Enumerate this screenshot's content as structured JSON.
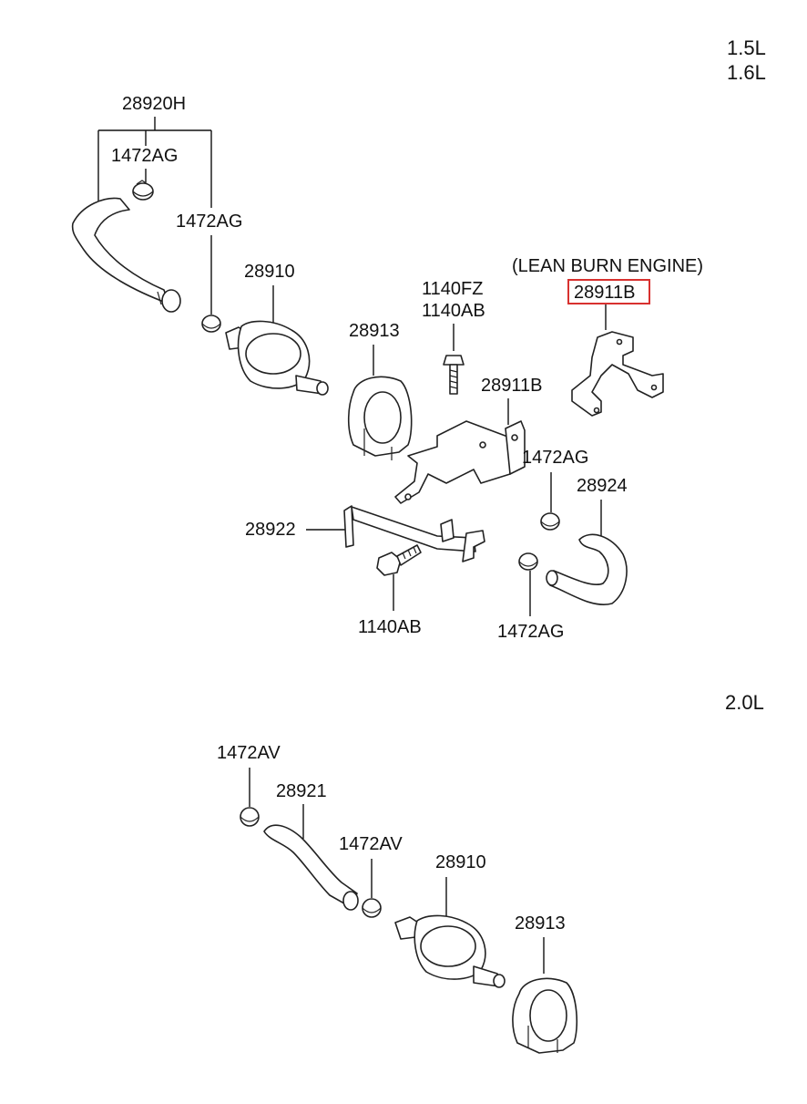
{
  "engine_labels": {
    "top": [
      "1.5L",
      "1.6L"
    ],
    "bottom": "2.0L"
  },
  "note": "(LEAN BURN ENGINE)",
  "colors": {
    "highlight": "#d8312f",
    "ink": "#111111"
  },
  "parts": {
    "hose_28920h": "28920H",
    "clamp_top": "1472AG",
    "clamp_mid": "1472AG",
    "purge_valve_top": "28910",
    "bracket_top": "28913",
    "bolts_top": [
      "1140FZ",
      "1140AB"
    ],
    "bracket_28911b_lean": "28911B",
    "bracket_28911b": "28911B",
    "clamp_right_upper": "1472AG",
    "hose_28924": "28924",
    "pipe_28922": "28922",
    "bolt_bottom": "1140AB",
    "clamp_right_lower": "1472AG",
    "clamp_2l_upper": "1472AV",
    "hose_28921": "28921",
    "clamp_2l_lower": "1472AV",
    "purge_valve_2l": "28910",
    "bracket_2l": "28913"
  },
  "highlighted_part": "28911B"
}
